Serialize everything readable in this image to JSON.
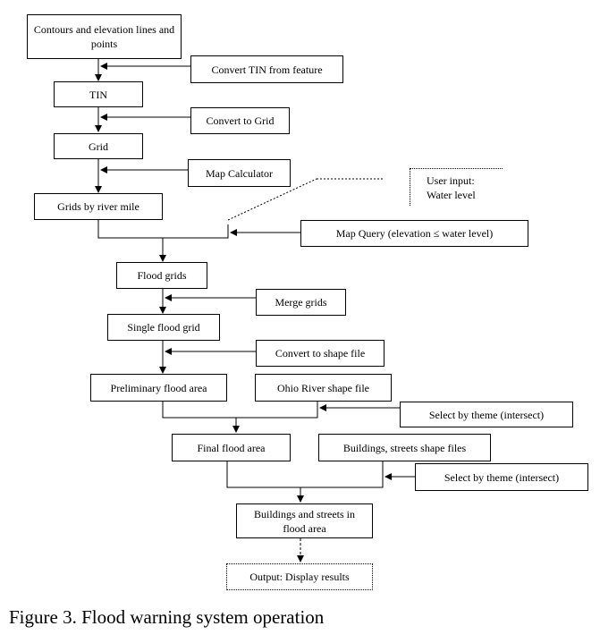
{
  "diagram": {
    "nodes": {
      "contours": "Contours and elevation lines and points",
      "convert_tin": "Convert TIN from feature",
      "tin": "TIN",
      "convert_grid": "Convert to Grid",
      "grid": "Grid",
      "map_calculator": "Map Calculator",
      "user_input": "User input: Water level",
      "grids_by_river_mile": "Grids by river mile",
      "map_query": "Map Query (elevation ≤ water level)",
      "flood_grids": "Flood grids",
      "merge_grids": "Merge grids",
      "single_flood_grid": "Single flood grid",
      "convert_shape": "Convert to shape file",
      "preliminary_flood_area": "Preliminary flood area",
      "ohio_river_shape": "Ohio River shape file",
      "select_theme_1": "Select by theme (intersect)",
      "final_flood_area": "Final flood area",
      "buildings_streets_shape": "Buildings, streets shape files",
      "select_theme_2": "Select by theme (intersect)",
      "buildings_in_flood": "Buildings and streets in flood area",
      "output": "Output: Display results"
    },
    "caption": "Figure 3. Flood warning system operation"
  }
}
